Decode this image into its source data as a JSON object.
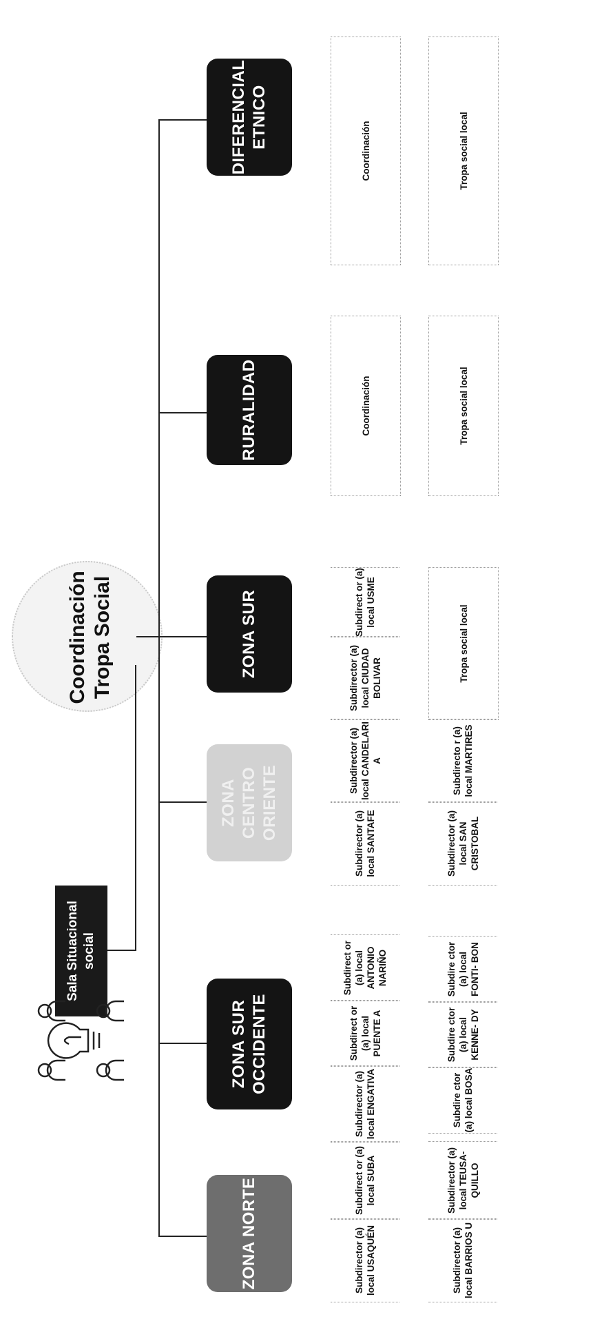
{
  "header": {
    "title_line1": "Coordinación",
    "title_line2": "Tropa Social",
    "sala": "Sala Situacional social"
  },
  "icon": "lightbulb-team-icon",
  "zones": {
    "norte": "ZONA NORTE",
    "sur_occidente": "ZONA SUR OCCIDENTE",
    "centro_oriente": "ZONA CENTRO ORIENTE",
    "sur": "ZONA SUR",
    "ruralidad": "RURALIDAD",
    "etnico": "DIFERENCIAL ETNICO"
  },
  "units": {
    "usaquen": "Subdirector (a) local USAQUÉN",
    "suba": "Subdirect or (a) local SUBA",
    "engativa": "Subdirector (a) local ENGATIVA",
    "barrios_unidos": "Subdirector (a) local BARRIOS U",
    "teusaquillo": "Subdirector (a) local TEUSA- QUILLO",
    "puente_aranda": "Subdirect or (a) local PUENTE A",
    "antonio_narino": "Subdirect or (a) local ANTONIO NARIÑO",
    "bosa": "Subdire ctor (a) local BOSA",
    "kennedy": "Subdire ctor (a) local KENNE- DY",
    "fontibon": "Subdire ctor (a) local FONTI- BON",
    "santafe": "Subdirector (a) local SANTAFE",
    "candelaria": "Subdirector (a) local CANDELARI A",
    "san_cristobal": "Subdirector (a) local SAN CRISTOBAL",
    "martires": "Subdirecto r (a) local MARTIRES",
    "ciudad_bolivar": "Subdirector (a) local CIUDAD BOLIVAR",
    "usme": "Subdirect or (a) local USME",
    "sur_tropa": "Tropa social local",
    "rural_coord": "Coordinación",
    "rural_tropa": "Tropa social local",
    "etnico_coord": "Coordinación",
    "etnico_tropa": "Tropa social local"
  },
  "colors": {
    "dark": "#141414",
    "gray": "#6e6e6e",
    "light": "#d2d2d2"
  }
}
